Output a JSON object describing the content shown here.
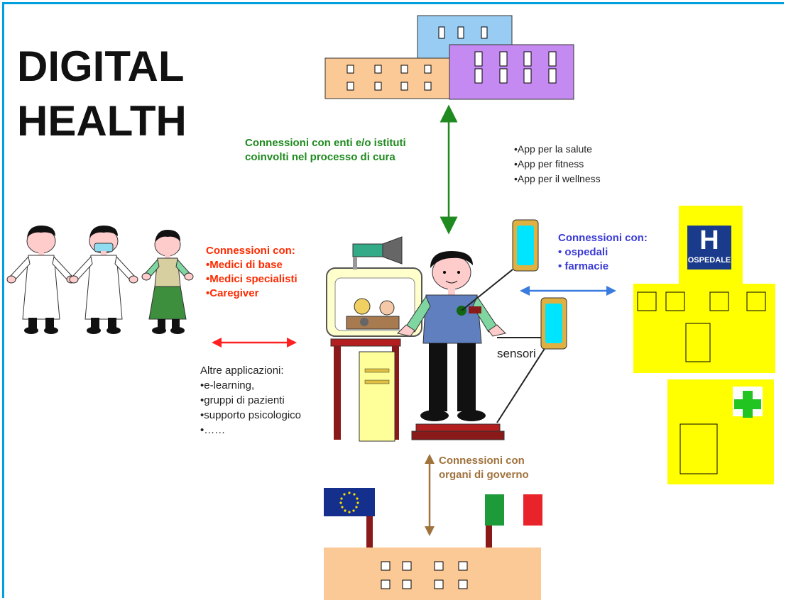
{
  "title": {
    "line1": "DIGITAL",
    "line2": "HEALTH"
  },
  "institutions": {
    "line1": "Connessioni con enti e/o istituti",
    "line2": "coinvolti nel processo di cura"
  },
  "apps": {
    "items": [
      "•App per la salute",
      "•App per fitness",
      "•App per il wellness"
    ]
  },
  "caregivers": {
    "heading": "Connessioni con:",
    "items": [
      "•Medici di base",
      "•Medici specialisti",
      "•Caregiver"
    ]
  },
  "hospitals": {
    "heading": "Connessioni con:",
    "items": [
      "• ospedali",
      "• farmacie"
    ],
    "sign_letter": "H",
    "sign_text": "OSPEDALE"
  },
  "other_apps": {
    "heading": "Altre applicazioni:",
    "items": [
      "•e-learning,",
      "•gruppi di pazienti",
      "•supporto psicologico",
      "•……"
    ]
  },
  "sensors": {
    "label": "sensori"
  },
  "government": {
    "line1": "Connessioni con",
    "line2": "organi di governo"
  },
  "colors": {
    "frame": "#00a0e0",
    "institutions_text": "#1f8a1f",
    "caregivers_text": "#ff2a00",
    "hospitals_text": "#3a3ad6",
    "government_text": "#a0723c",
    "hospital_yellow": "#ffff00",
    "building_peach": "#fbc995",
    "building_lilac": "#c58af2",
    "building_sky": "#99ccf2"
  }
}
